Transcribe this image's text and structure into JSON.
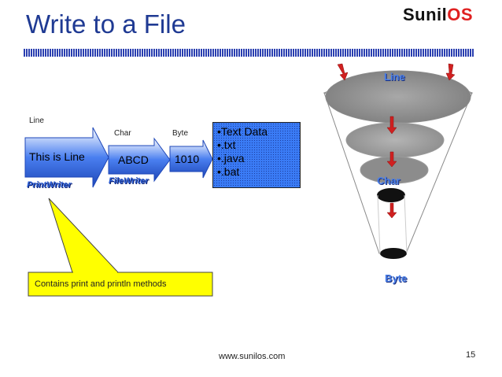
{
  "slide": {
    "title": "Write to a File",
    "logo_part1": "Sunil",
    "logo_part2": "OS",
    "footer_url": "www.sunilos.com",
    "page_number": "15"
  },
  "flow": {
    "line_label": "Line",
    "char_label": "Char",
    "byte_label": "Byte",
    "line_box_text": "This is Line",
    "char_box_text": "ABCD",
    "byte_box_text": "1010",
    "print_writer": "PrintWriter",
    "file_writer": "FileWriter"
  },
  "data_types": [
    "•Text Data",
    "•.txt",
    "•.java",
    "•.bat"
  ],
  "callout": {
    "text": "Contains print and println methods"
  },
  "funnel": {
    "top_label": "Line",
    "middle_label": "Char",
    "bottom_label": "Byte"
  },
  "colors": {
    "title": "#1f3a93",
    "arrow_fill": "#4a7ff0",
    "callout_fill": "#ffff00",
    "data_box": "#3a7bf5",
    "funnel_arrow": "#d02020"
  }
}
